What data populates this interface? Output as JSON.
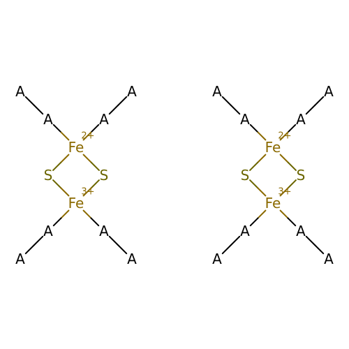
{
  "colors": {
    "background": "#ffffff",
    "bond_dark": "#000000",
    "iron": "#8B6A00",
    "sulfur": "#6B6600",
    "generic_atom": "#000000"
  },
  "molecules": [
    {
      "atoms": [
        {
          "id": "a1",
          "label": "A",
          "element": "A",
          "charge": ""
        },
        {
          "id": "a2",
          "label": "A",
          "element": "A",
          "charge": ""
        },
        {
          "id": "a3",
          "label": "A",
          "element": "A",
          "charge": ""
        },
        {
          "id": "a4",
          "label": "A",
          "element": "A",
          "charge": ""
        },
        {
          "id": "fe1",
          "label": "Fe",
          "element": "Fe",
          "charge": "2+"
        },
        {
          "id": "s1",
          "label": "S",
          "element": "S",
          "charge": ""
        },
        {
          "id": "s2",
          "label": "S",
          "element": "S",
          "charge": ""
        },
        {
          "id": "fe2",
          "label": "Fe",
          "element": "Fe",
          "charge": "3+"
        },
        {
          "id": "a5",
          "label": "A",
          "element": "A",
          "charge": ""
        },
        {
          "id": "a6",
          "label": "A",
          "element": "A",
          "charge": ""
        },
        {
          "id": "a7",
          "label": "A",
          "element": "A",
          "charge": ""
        },
        {
          "id": "a8",
          "label": "A",
          "element": "A",
          "charge": ""
        }
      ],
      "bonds": [
        [
          "a1",
          "a2"
        ],
        [
          "a3",
          "a4"
        ],
        [
          "a2",
          "fe1"
        ],
        [
          "a4",
          "fe1"
        ],
        [
          "fe1",
          "s1"
        ],
        [
          "fe1",
          "s2"
        ],
        [
          "s1",
          "fe2"
        ],
        [
          "s2",
          "fe2"
        ],
        [
          "fe2",
          "a5"
        ],
        [
          "fe2",
          "a6"
        ],
        [
          "a5",
          "a7"
        ],
        [
          "a6",
          "a8"
        ]
      ]
    },
    {
      "atoms": [
        {
          "id": "a1",
          "label": "A",
          "element": "A",
          "charge": ""
        },
        {
          "id": "a2",
          "label": "A",
          "element": "A",
          "charge": ""
        },
        {
          "id": "a3",
          "label": "A",
          "element": "A",
          "charge": ""
        },
        {
          "id": "a4",
          "label": "A",
          "element": "A",
          "charge": ""
        },
        {
          "id": "fe1",
          "label": "Fe",
          "element": "Fe",
          "charge": "2+"
        },
        {
          "id": "s1",
          "label": "S",
          "element": "S",
          "charge": ""
        },
        {
          "id": "s2",
          "label": "S",
          "element": "S",
          "charge": ""
        },
        {
          "id": "fe2",
          "label": "Fe",
          "element": "Fe",
          "charge": "3+"
        },
        {
          "id": "a5",
          "label": "A",
          "element": "A",
          "charge": ""
        },
        {
          "id": "a6",
          "label": "A",
          "element": "A",
          "charge": ""
        },
        {
          "id": "a7",
          "label": "A",
          "element": "A",
          "charge": ""
        },
        {
          "id": "a8",
          "label": "A",
          "element": "A",
          "charge": ""
        }
      ],
      "bonds": [
        [
          "a1",
          "a2"
        ],
        [
          "a3",
          "a4"
        ],
        [
          "a2",
          "fe1"
        ],
        [
          "a4",
          "fe1"
        ],
        [
          "fe1",
          "s1"
        ],
        [
          "fe1",
          "s2"
        ],
        [
          "s1",
          "fe2"
        ],
        [
          "s2",
          "fe2"
        ],
        [
          "fe2",
          "a5"
        ],
        [
          "fe2",
          "a6"
        ],
        [
          "a5",
          "a7"
        ],
        [
          "a6",
          "a8"
        ]
      ]
    }
  ]
}
